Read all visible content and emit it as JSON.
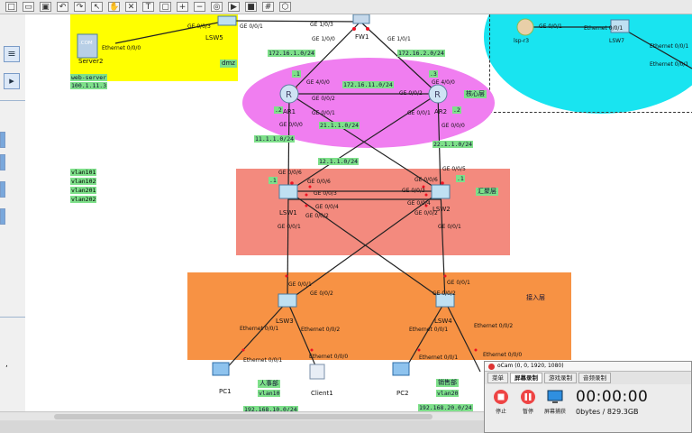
{
  "toolbar": {
    "icons": [
      "new-icon",
      "open-icon",
      "save-icon",
      "undo-icon",
      "redo-icon",
      "select-icon",
      "hand-icon",
      "delete-icon",
      "text-icon",
      "rect-icon",
      "zoom-in-icon",
      "zoom-out-icon",
      "capture-icon",
      "start-icon",
      "stop-icon",
      "grid-icon",
      "topo-icon"
    ]
  },
  "devices": {
    "server2": "Server2",
    "server2_badge": ".COM",
    "web_server_label": "web-server",
    "web_server_ip": "100.1.11.3",
    "lsw5": "LSW5",
    "dmz": "dmz",
    "fw1": "FW1",
    "lsp_r3": "lsp-r3",
    "lsw7": "LSW7",
    "ar1": "AR1",
    "ar2": "AR2",
    "lsw1": "LSW1",
    "lsw2": "LSW2",
    "lsw3": "LSW3",
    "lsw4": "LSW4",
    "pc1": "PC1",
    "client1": "Client1",
    "pc2": "PC2"
  },
  "zones": {
    "core": "核心层",
    "aggregation": "汇聚层",
    "access": "接入层",
    "hr": "人事部",
    "sales": "销售部"
  },
  "vlans": [
    "vlan101",
    "vlan102",
    "vlan201",
    "vlan202"
  ],
  "dept_vlans": {
    "hr": "vlan10",
    "sales": "vlan20"
  },
  "subnets": {
    "fw_ar1": "172.16.1.0/24",
    "fw_ar2": "172.16.2.0/24",
    "ar_link": "172.16.11.0/24",
    "ar1_lsw": "11.1.1.0/24",
    "ar2_lsw": "22.1.1.0/24",
    "cross1": "21.1.1.0/24",
    "cross2": "12.1.1.0/24",
    "hr_net": "192.168.10.0/24",
    "sales_net": "192.168.20.0/24"
  },
  "host_ids": {
    "ar1_top": ".1",
    "ar1_left": ".2",
    "ar2_top": ".3",
    "ar2_right": ".2",
    "lsw1": ".1",
    "lsw2": ".1"
  },
  "ports": {
    "p_lsw5_a": "GE 0/0/3",
    "p_lsw5_b": "GE 0/0/1",
    "p_server": "Ethernet 0/0/0",
    "p_fw_a": "GE 1/0/0",
    "p_fw_b": "GE 1/0/1",
    "p_fw_top": "GE 1/0/3",
    "p_ar1_a": "GE 4/0/0",
    "p_ar1_b": "GE 0/0/2",
    "p_ar1_c": "GE 0/0/1",
    "p_ar1_d": "GE 0/0/0",
    "p_ar2_a": "GE 4/0/0",
    "p_ar2_b": "GE 0/0/2",
    "p_ar2_c": "GE 0/0/1",
    "p_ar2_d": "GE 0/0/0",
    "p_lsw1_a": "GE 0/0/6",
    "p_lsw1_b": "GE 0/0/6",
    "p_lsw1_c": "GE 0/0/3",
    "p_lsw1_d": "GE 0/0/4",
    "p_lsw1_e": "GE 0/0/2",
    "p_lsw1_f": "GE 0/0/1",
    "p_lsw2_a": "GE 0/0/5",
    "p_lsw2_b": "GE 0/0/6",
    "p_lsw2_c": "GE 0/0/3",
    "p_lsw2_d": "GE 0/0/4",
    "p_lsw2_e": "GE 0/0/2",
    "p_lsw2_f": "GE 0/0/1",
    "p_lsw3_a": "GE 0/0/1",
    "p_lsw3_b": "GE 0/0/2",
    "p_lsw3_c": "Ethernet 0/0/1",
    "p_lsw3_d": "Ethernet 0/0/2",
    "p_lsw4_a": "GE 0/0/1",
    "p_lsw4_b": "GE 0/0/2",
    "p_lsw4_c": "Ethernet 0/0/1",
    "p_lsw4_d": "Ethernet 0/0/2",
    "p_pc1": "Ethernet 0/0/1",
    "p_client1": "Ethernet 0/0/0",
    "p_pc2": "Ethernet 0/0/1",
    "p_pc3": "Ethernet 0/0/0",
    "p_lsw7_a": "GE 0/0/1",
    "p_lsw7_b": "Ethernet 0/0/1",
    "p_lsp": "GE 0/0/1",
    "p_lsw7_c": "Ethernet 0/0/1"
  },
  "ocam": {
    "title": "oCam (0, 0, 1920, 1080)",
    "tabs": [
      "菜单",
      "屏幕录制",
      "游戏录制",
      "音频录制"
    ],
    "buttons": {
      "stop": "停止",
      "pause": "暂停",
      "screen": "屏幕捕获"
    },
    "time": "00:00:00",
    "size": "0bytes / 829.3GB"
  },
  "colors": {
    "dmz_zone": "#ffff00",
    "core_zone": "#f07ef0",
    "aggregation_zone": "#f38a7e",
    "access_zone": "#f79244",
    "isp_zone": "#19e4f0",
    "label_bg": "#7ee08a"
  }
}
